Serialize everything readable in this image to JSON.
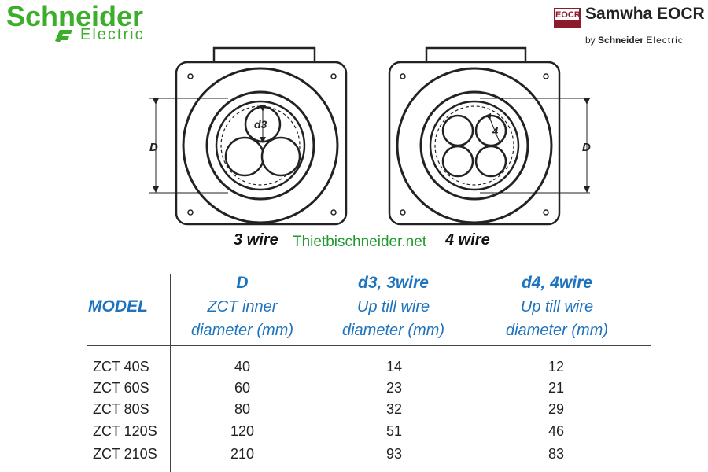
{
  "brand": {
    "schneider_name": "Schneider",
    "schneider_sub": "Electric",
    "eocr_badge": "EOCR",
    "samwha": "Samwha EOCR",
    "by_prefix": "by",
    "by_brand": "Schneider",
    "by_suffix": "Electric"
  },
  "diagram": {
    "left_label_d": "D",
    "left_inner_label": "d3",
    "right_label_d": "D",
    "right_inner_label": "4",
    "caption_3wire": "3 wire",
    "caption_4wire": "4 wire",
    "watermark": "Thietbischneider.net"
  },
  "table": {
    "model_header": "MODEL",
    "columns": [
      {
        "title": "D",
        "line1": "ZCT inner",
        "line2": "diameter (mm)"
      },
      {
        "title": "d3, 3wire",
        "line1": "Up till wire",
        "line2": "diameter (mm)"
      },
      {
        "title": "d4, 4wire",
        "line1": "Up till wire",
        "line2": "diameter (mm)"
      }
    ],
    "rows": [
      {
        "model": "ZCT 40S",
        "d": "40",
        "d3": "14",
        "d4": "12"
      },
      {
        "model": "ZCT 60S",
        "d": "60",
        "d3": "23",
        "d4": "21"
      },
      {
        "model": "ZCT 80S",
        "d": "80",
        "d3": "32",
        "d4": "29"
      },
      {
        "model": "ZCT 120S",
        "d": "120",
        "d3": "51",
        "d4": "46"
      },
      {
        "model": "ZCT 210S",
        "d": "210",
        "d3": "93",
        "d4": "83"
      }
    ]
  },
  "colors": {
    "schneider_green": "#3dae2b",
    "header_blue": "#1e73be",
    "eocr_red": "#8b1a2b",
    "watermark_green": "#1f9a2e"
  }
}
